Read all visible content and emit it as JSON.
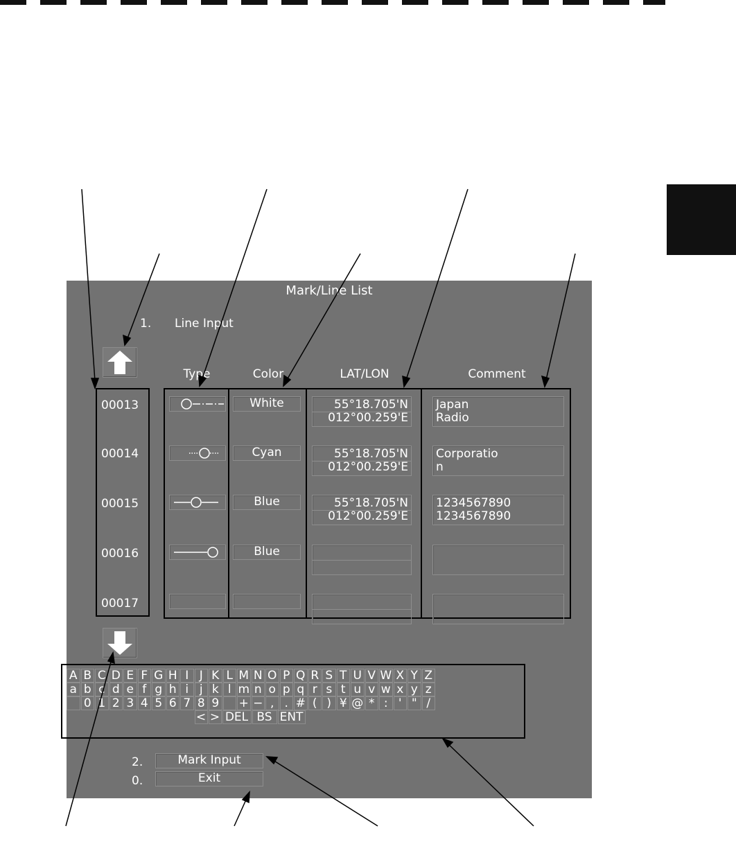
{
  "screen": {
    "title": "Mark/Line List",
    "line_input": {
      "number": "1.",
      "label": "Line Input"
    },
    "mark_input": {
      "number": "2.",
      "label": "Mark Input"
    },
    "exit": {
      "number": "0.",
      "label": "Exit"
    },
    "scroll_up_icon": "arrow-up-icon",
    "scroll_down_icon": "arrow-down-icon"
  },
  "columns": {
    "type": "Type",
    "color": "Color",
    "latlon": "LAT/LON",
    "comment": "Comment"
  },
  "rows": [
    {
      "id": "00013",
      "type_symbol": "circle-dash-dot-line",
      "color": "White",
      "lat": "55°18.705'N",
      "lon": "012°00.259'E",
      "comment_line1": "Japan",
      "comment_line2": "Radio"
    },
    {
      "id": "00014",
      "type_symbol": "dotted-circle-dotted",
      "color": "Cyan",
      "lat": "55°18.705'N",
      "lon": "012°00.259'E",
      "comment_line1": "Corporatio",
      "comment_line2": "n"
    },
    {
      "id": "00015",
      "type_symbol": "line-circle-line",
      "color": "Blue",
      "lat": "55°18.705'N",
      "lon": "012°00.259'E",
      "comment_line1": "1234567890",
      "comment_line2": "1234567890"
    },
    {
      "id": "00016",
      "type_symbol": "line-then-circle",
      "color": "Blue",
      "lat": "",
      "lon": "",
      "comment_line1": "",
      "comment_line2": ""
    },
    {
      "id": "00017",
      "type_symbol": "",
      "color": "",
      "lat": "",
      "lon": "",
      "comment_line1": "",
      "comment_line2": ""
    }
  ],
  "keyboard": {
    "row1": [
      "A",
      "B",
      "C",
      "D",
      "E",
      "F",
      "G",
      "H",
      "I",
      "J",
      "K",
      "L",
      "M",
      "N",
      "O",
      "P",
      "Q",
      "R",
      "S",
      "T",
      "U",
      "V",
      "W",
      "X",
      "Y",
      "Z"
    ],
    "row2": [
      "a",
      "b",
      "c",
      "d",
      "e",
      "f",
      "g",
      "h",
      "i",
      "j",
      "k",
      "l",
      "m",
      "n",
      "o",
      "p",
      "q",
      "r",
      "s",
      "t",
      "u",
      "v",
      "w",
      "x",
      "y",
      "z"
    ],
    "row3": [
      "",
      "0",
      "1",
      "2",
      "3",
      "4",
      "5",
      "6",
      "7",
      "8",
      "9",
      "",
      "+",
      "−",
      ",",
      ".",
      "#",
      "(",
      ")",
      "¥",
      "@",
      "*",
      ":",
      "'",
      "\"",
      "/"
    ],
    "row4": [
      "<",
      ">",
      "DEL",
      "BS",
      "ENT"
    ]
  },
  "colors": {
    "screen_bg": "#727272",
    "text": "#ffffff",
    "frame": "#000000",
    "page_bg": "#ffffff"
  }
}
